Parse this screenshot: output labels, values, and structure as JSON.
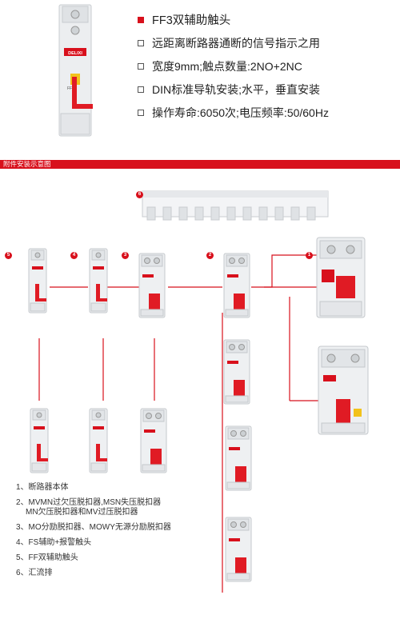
{
  "product": {
    "specs": [
      {
        "text": "FF3双辅助触头",
        "primary": true
      },
      {
        "text": "远距离断路器通断的信号指示之用",
        "primary": false
      },
      {
        "text": "宽度9mm;触点数量:2NO+2NC",
        "primary": false
      },
      {
        "text": "DIN标准导轨安装;水平，垂直安装",
        "primary": false
      },
      {
        "text": "操作寿命:6050次;电压频率:50/60Hz",
        "primary": false
      }
    ],
    "brand": "DELIXI",
    "model": "FF3"
  },
  "section": {
    "title": "附件安装示意图"
  },
  "diagram": {
    "badges": [
      "6",
      "5",
      "4",
      "3",
      "2",
      "1"
    ],
    "legend": [
      {
        "lines": [
          "1、断路器本体"
        ]
      },
      {
        "lines": [
          "2、MVMN过欠压脱扣器,MSN失压脱扣器",
          "MN欠压脱扣器和MV过压脱扣器"
        ]
      },
      {
        "lines": [
          "3、MO分励脱扣器、MOWY无源分励脱扣器"
        ]
      },
      {
        "lines": [
          "4、FS辅助+报警触头"
        ]
      },
      {
        "lines": [
          "5、FF双辅助触头"
        ]
      },
      {
        "lines": [
          "6、汇流排"
        ]
      }
    ]
  },
  "colors": {
    "accent": "#d8101c",
    "device_body": "#eef0f2",
    "line": "#d8101c"
  }
}
